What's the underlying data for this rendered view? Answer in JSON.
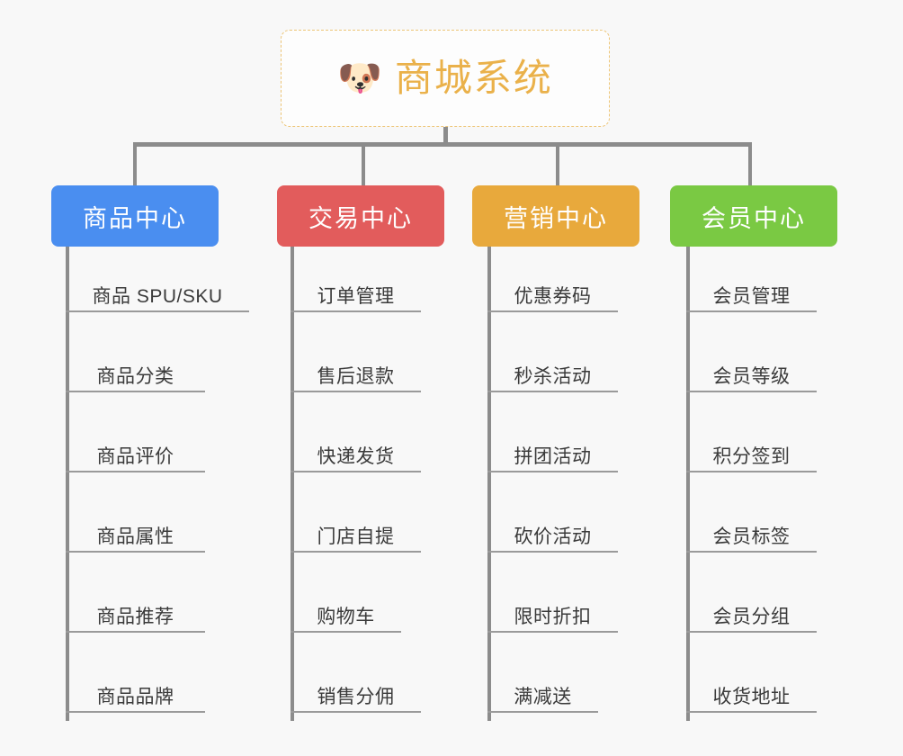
{
  "background_color": "#f8f8f8",
  "root": {
    "icon": "dog-face-emoji",
    "icon_glyph": "🐶",
    "title": "商城系统",
    "title_color": "#eab14a",
    "border_color": "#edc577"
  },
  "connector_color": "#8c8c8c",
  "columns": [
    {
      "id": "product-center",
      "header": "商品中心",
      "color": "#4a8ef0",
      "items": [
        "商品 SPU/SKU",
        "商品分类",
        "商品评价",
        "商品属性",
        "商品推荐",
        "商品品牌"
      ]
    },
    {
      "id": "trade-center",
      "header": "交易中心",
      "color": "#e25c5c",
      "items": [
        "订单管理",
        "售后退款",
        "快递发货",
        "门店自提",
        "购物车",
        "销售分佣"
      ]
    },
    {
      "id": "marketing-center",
      "header": "营销中心",
      "color": "#e8a93c",
      "items": [
        "优惠券码",
        "秒杀活动",
        "拼团活动",
        "砍价活动",
        "限时折扣",
        "满减送"
      ]
    },
    {
      "id": "member-center",
      "header": "会员中心",
      "color": "#7ac943",
      "items": [
        "会员管理",
        "会员等级",
        "积分签到",
        "会员标签",
        "会员分组",
        "收货地址"
      ]
    }
  ]
}
